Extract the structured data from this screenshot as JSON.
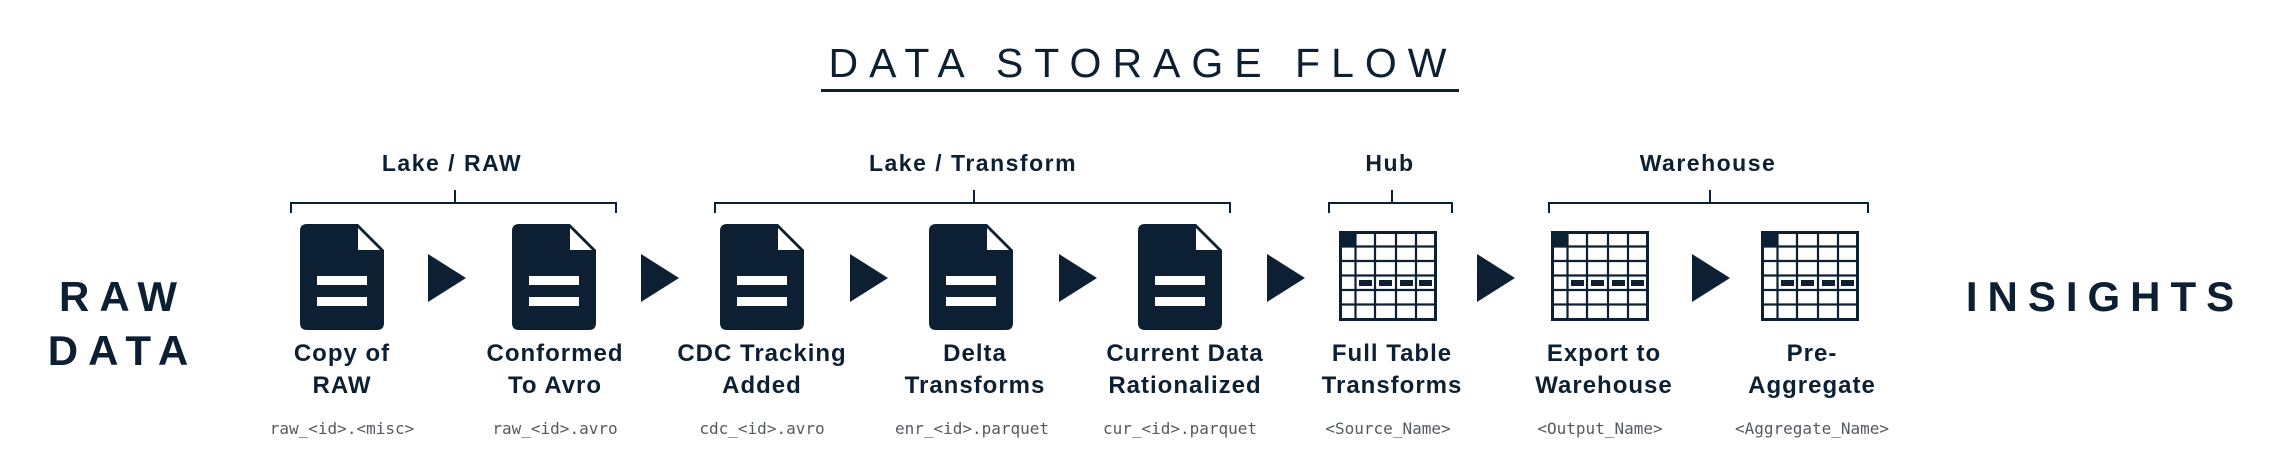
{
  "title": "DATA STORAGE FLOW",
  "source_label": {
    "line1": "RAW",
    "line2": "DATA"
  },
  "target_label": "INSIGHTS",
  "groups": [
    {
      "label": "Lake / RAW"
    },
    {
      "label": "Lake / Transform"
    },
    {
      "label": "Hub"
    },
    {
      "label": "Warehouse"
    }
  ],
  "steps": [
    {
      "line1": "Copy of",
      "line2": "RAW",
      "file": "raw_<id>.<misc>",
      "icon": "document-icon"
    },
    {
      "line1": "Conformed",
      "line2": "To Avro",
      "file": "raw_<id>.avro",
      "icon": "document-icon"
    },
    {
      "line1": "CDC Tracking",
      "line2": "Added",
      "file": "cdc_<id>.avro",
      "icon": "document-icon"
    },
    {
      "line1": "Delta",
      "line2": "Transforms",
      "file": "enr_<id>.parquet",
      "icon": "document-icon"
    },
    {
      "line1": "Current Data",
      "line2": "Rationalized",
      "file": "cur_<id>.parquet",
      "icon": "document-icon"
    },
    {
      "line1": "Full Table",
      "line2": "Transforms",
      "file": "<Source_Name>",
      "icon": "table-icon"
    },
    {
      "line1": "Export to",
      "line2": "Warehouse",
      "file": "<Output_Name>",
      "icon": "table-icon"
    },
    {
      "line1": "Pre-",
      "line2": "Aggregate",
      "file": "<Aggregate_Name>",
      "icon": "table-icon"
    }
  ],
  "colors": {
    "primary": "#0d2033",
    "filename": "#555a5f",
    "background": "#ffffff"
  }
}
